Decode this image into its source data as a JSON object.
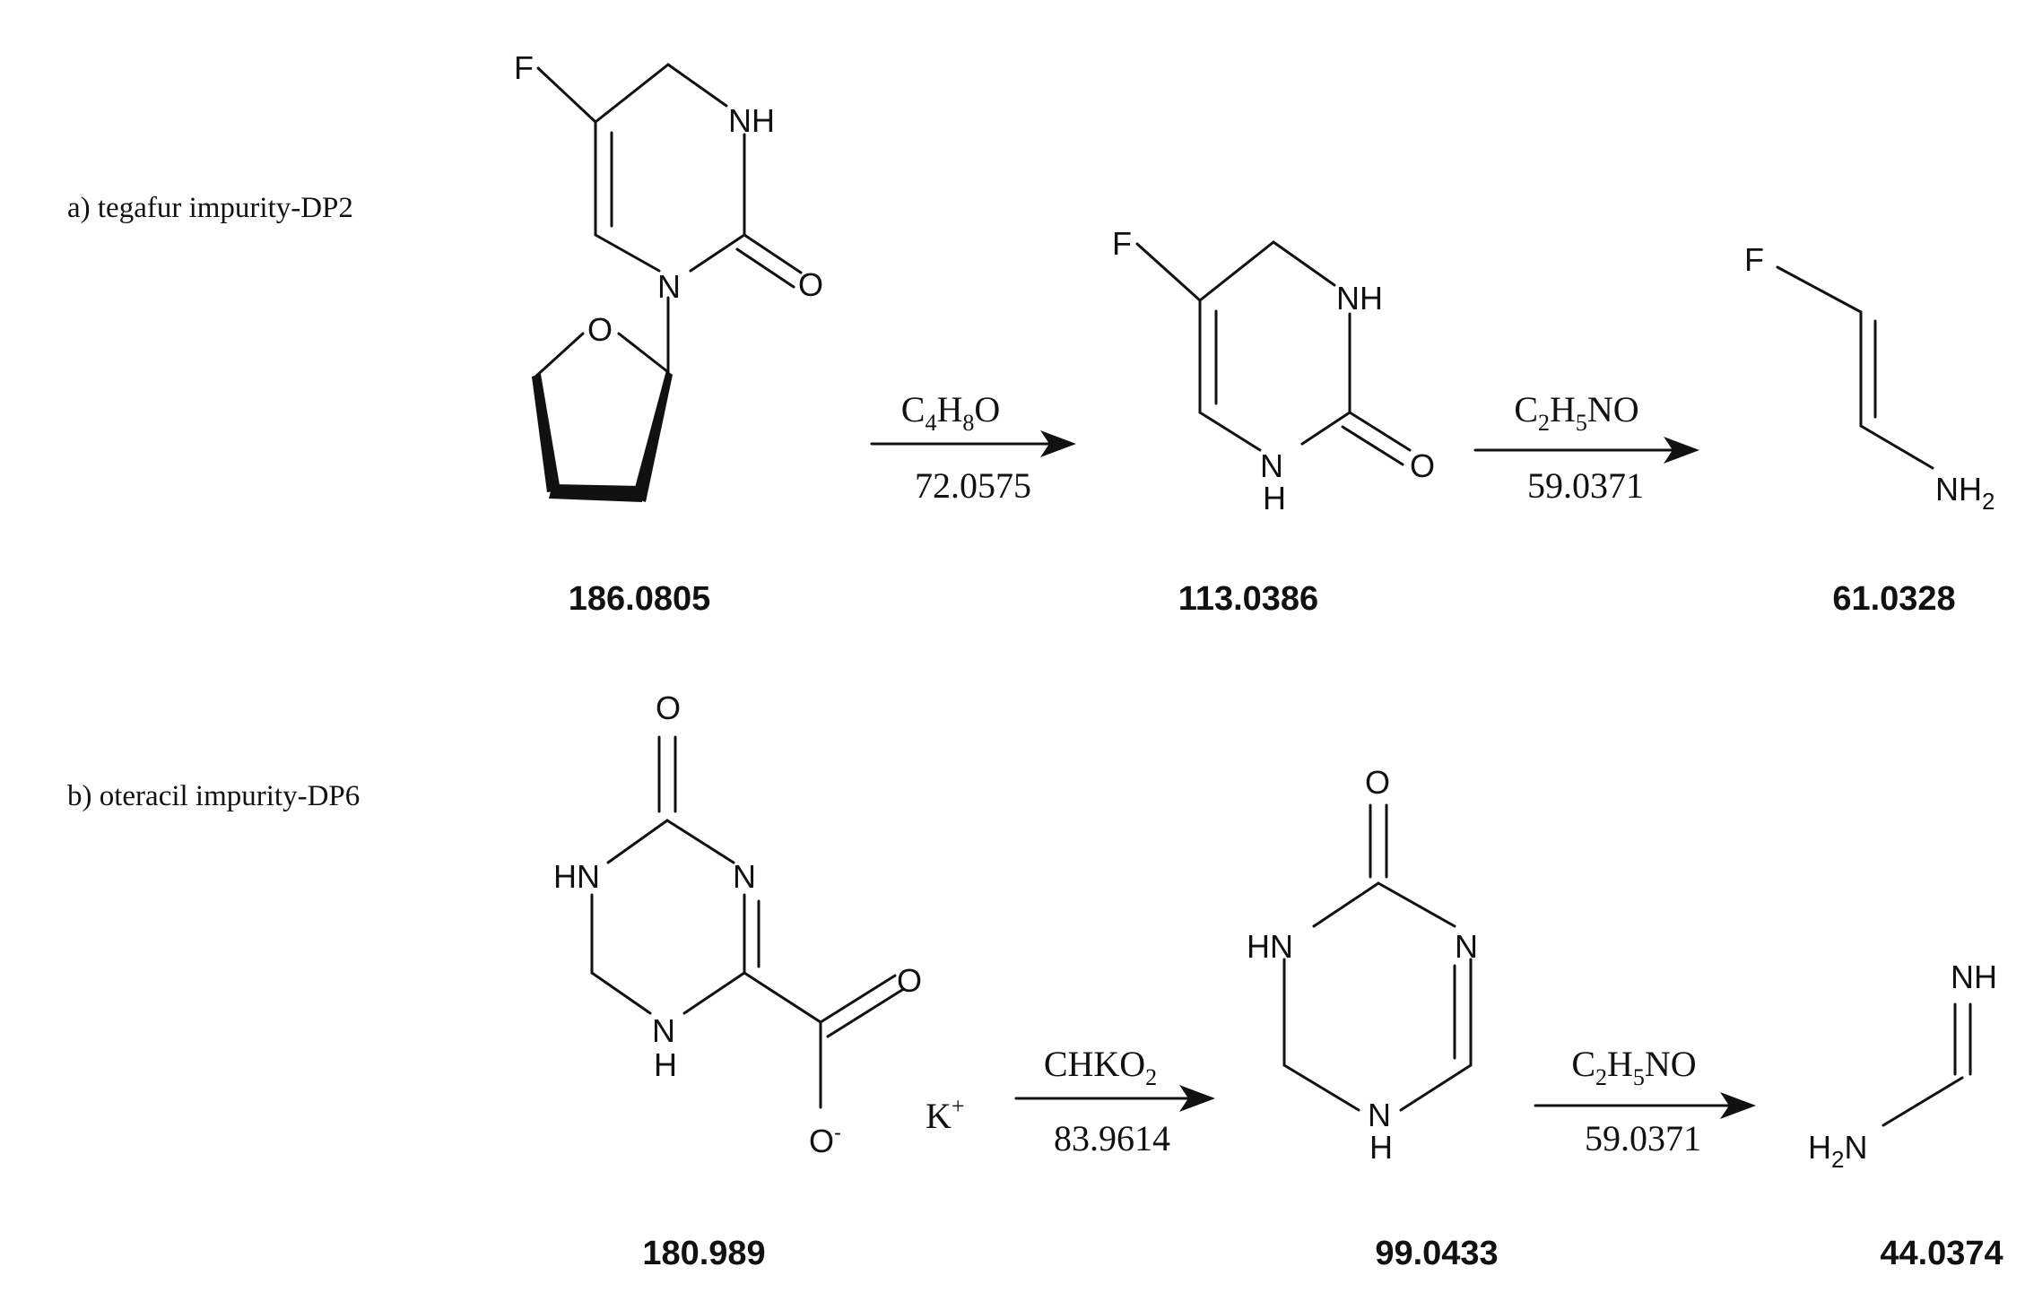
{
  "panels": [
    {
      "label": "a) tegafur impurity-DP2",
      "masses": [
        "186.0805",
        "113.0386",
        "61.0328"
      ],
      "steps": [
        {
          "loss_formula": [
            "C",
            "4",
            "H",
            "8",
            "O"
          ],
          "loss_mass": "72.0575"
        },
        {
          "loss_formula": [
            "C",
            "2",
            "H",
            "5",
            "NO"
          ],
          "loss_mass": "59.0371"
        }
      ]
    },
    {
      "label": "b) oteracil impurity-DP6",
      "counter_ion": {
        "symbol": "K",
        "charge": "+"
      },
      "masses": [
        "180.989",
        "99.0433",
        "44.0374"
      ],
      "steps": [
        {
          "loss_formula": [
            "CHKO",
            "2"
          ],
          "loss_mass": "83.9614"
        },
        {
          "loss_formula": [
            "C",
            "2",
            "H",
            "5",
            "NO"
          ],
          "loss_mass": "59.0371"
        }
      ]
    }
  ],
  "atoms": {
    "F": "F",
    "NH": "NH",
    "N": "N",
    "O": "O",
    "H": "H",
    "HN": "HN",
    "NH2": [
      "NH",
      "2"
    ],
    "H2N": [
      "H",
      "2",
      "N"
    ],
    "O_minus": [
      "O",
      "-"
    ]
  }
}
